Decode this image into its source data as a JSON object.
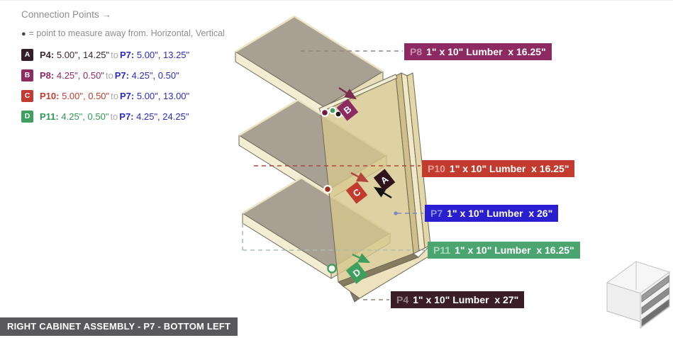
{
  "header": {
    "title": "Connection Points →",
    "bullet": "●",
    "note": "= point to measure away from. Horizontal, Vertical"
  },
  "connection_points": [
    {
      "letter": "A",
      "from_part": "P4:",
      "from_values": "5.00\", 14.25\"",
      "to_word": "to",
      "to_part": "P7:",
      "to_values": "5.00\", 13.25\""
    },
    {
      "letter": "B",
      "from_part": "P8:",
      "from_values": "4.25\", 0.50\"",
      "to_word": "to",
      "to_part": "P7:",
      "to_values": "4.25\", 0.50\""
    },
    {
      "letter": "C",
      "from_part": "P10:",
      "from_values": "5.00\", 0.50\"",
      "to_word": "to",
      "to_part": "P7:",
      "to_values": "5.00\", 13.00\""
    },
    {
      "letter": "D",
      "from_part": "P11:",
      "from_values": "4.25\", 0.50\"",
      "to_word": "to",
      "to_part": "P7:",
      "to_values": "4.25\", 24.25\""
    }
  ],
  "part_labels": [
    {
      "id": "P8",
      "text": "1\" x 10\" Lumber  x 16.25\"",
      "bg": "#8e2a62"
    },
    {
      "id": "P10",
      "text": "1\" x 10\" Lumber  x 16.25\"",
      "bg": "#c23b2e"
    },
    {
      "id": "P7",
      "text": "1\" x 10\" Lumber  x 26\"",
      "bg": "#2a1fd0"
    },
    {
      "id": "P11",
      "text": "1\" x 10\" Lumber  x 16.25\"",
      "bg": "#4ba571"
    },
    {
      "id": "P4",
      "text": "1\" x 10\" Lumber  x 27\"",
      "bg": "#3a1d26"
    }
  ],
  "footer": {
    "title": "RIGHT CABINET ASSEMBLY - P7 - BOTTOM LEFT"
  },
  "icons": {
    "assembly_thumbnail": "cabinet-3d-icon"
  },
  "colors": {
    "a_dark": "#341f29",
    "b_purple": "#8e2a62",
    "c_red": "#c23b2e",
    "d_green": "#3da05f",
    "p7_blue": "#2a1fd0",
    "wood_face": "#d6c78c",
    "wood_edge": "#f3edd3",
    "shelf_top": "#a8a193"
  }
}
